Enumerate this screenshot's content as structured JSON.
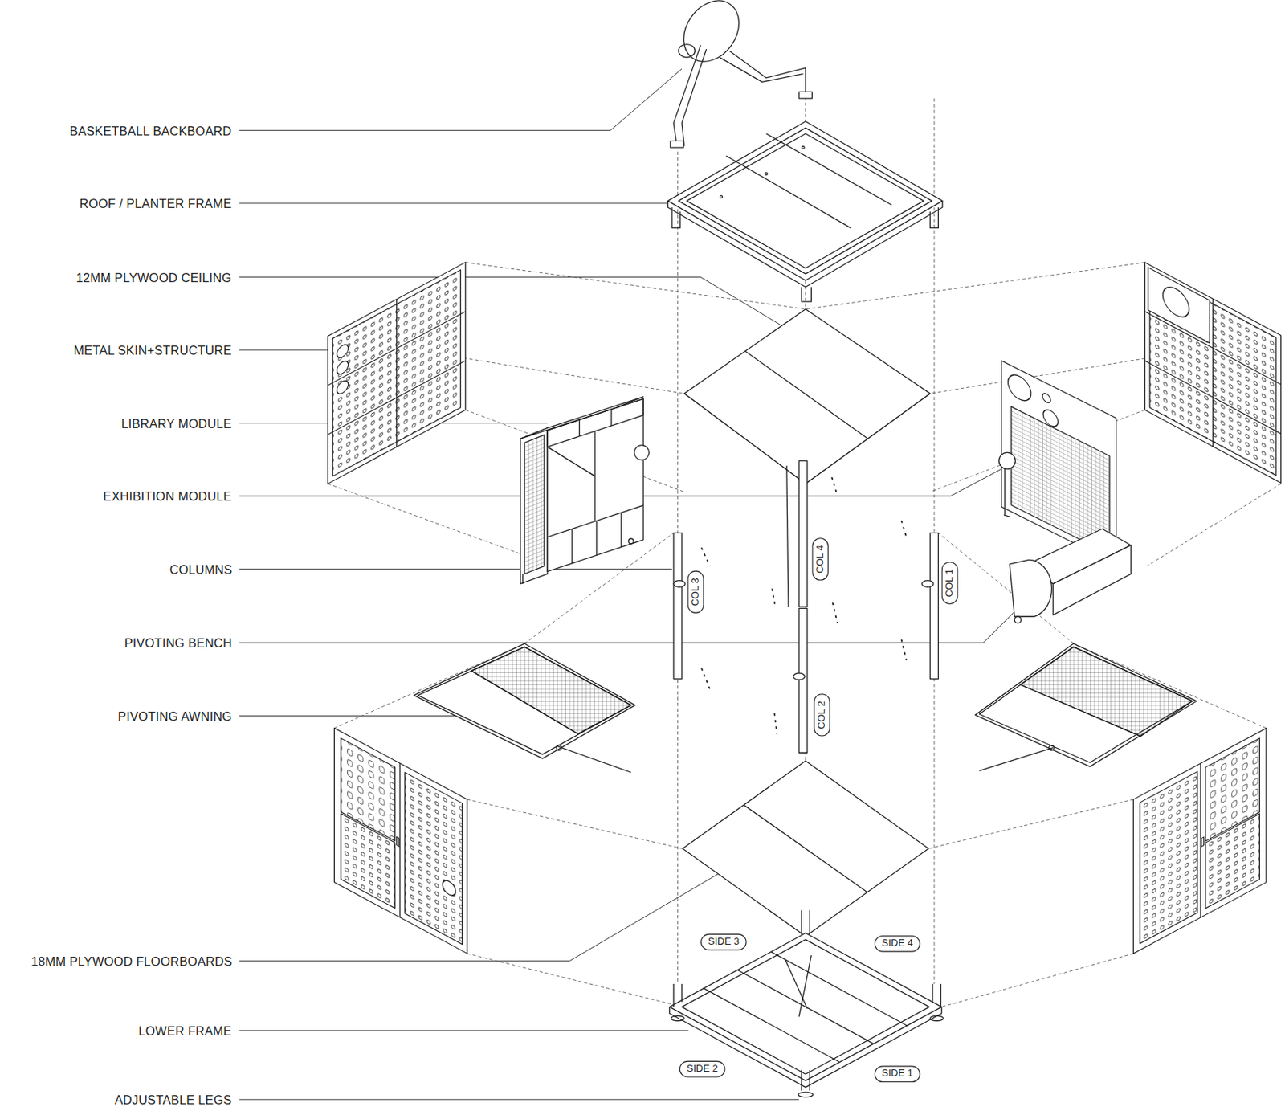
{
  "diagram": {
    "nodes": [
      {
        "text": [
          "COL 3"
        ]
      },
      {
        "text": [
          "COL 4"
        ]
      },
      {
        "text": [
          "COL 1"
        ]
      },
      {
        "text": [
          "COL 2"
        ]
      },
      {
        "text": [
          "SIDE 3"
        ]
      },
      {
        "text": [
          "SIDE 4"
        ]
      },
      {
        "text": [
          "SIDE 2"
        ]
      },
      {
        "text": [
          "SIDE 1"
        ]
      }
    ],
    "labels": [
      "BASKETBALL BACKBOARD",
      "ROOF / PLANTER FRAME",
      "12MM PLYWOOD CEILING",
      "METAL SKIN+STRUCTURE",
      "LIBRARY MODULE",
      "EXHIBITION MODULE",
      "COLUMNS",
      "PIVOTING BENCH",
      "PIVOTING AWNING",
      "18MM PLYWOOD FLOORBOARDS",
      "LOWER FRAME",
      "ADJUSTABLE LEGS"
    ]
  }
}
